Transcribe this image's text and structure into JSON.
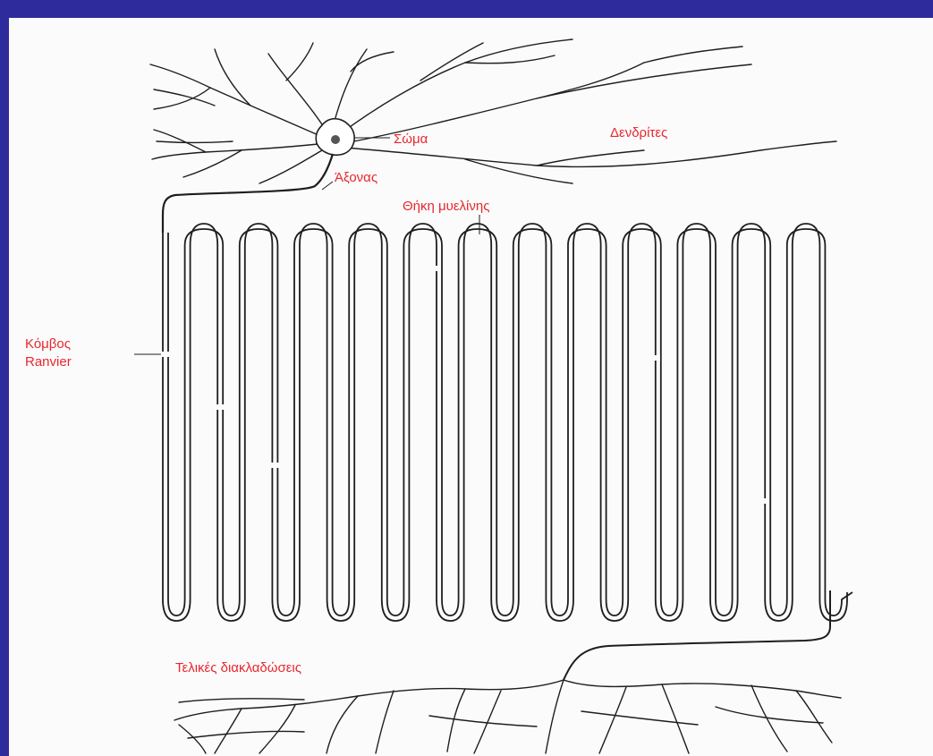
{
  "colors": {
    "frame": "#2e2b9c",
    "paper": "#fbfbfb",
    "ink": "#1e1e1e",
    "label": "#e8272e"
  },
  "labels": {
    "soma": "Σώμα",
    "dendrites": "Δενδρίτες",
    "axon": "Άξονας",
    "myelin": "Θήκη μυελίνης",
    "node_line1": "Κόμβος",
    "node_line2": "Ranvier",
    "terminals": "Τελικές διακλαδώσεις"
  }
}
